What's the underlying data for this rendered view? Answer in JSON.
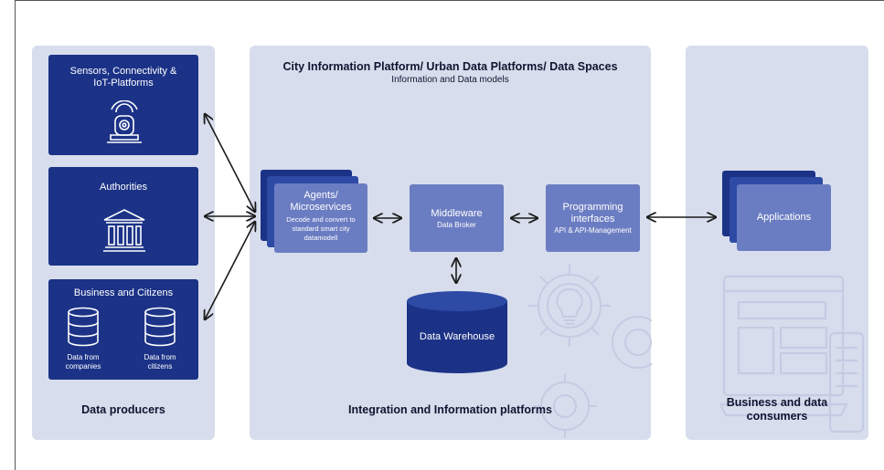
{
  "header": {
    "title": "City Information Platform/ Urban Data Platforms/ Data Spaces",
    "subtitle": "Information and Data models"
  },
  "producers": {
    "sensors_title": "Sensors, Connectivity &\nIoT-Platforms",
    "authorities_title": "Authorities",
    "business_title": "Business and Citizens",
    "companies_label": "Data from\ncompanies",
    "citizens_label": "Data from\ncitizens",
    "footer": "Data producers"
  },
  "platform": {
    "agents_title": "Agents/\nMicroservices",
    "agents_desc": "Decode and convert to\nstandard smart city\ndatamodell",
    "middleware_title": "Middleware",
    "middleware_desc": "Data Broker",
    "interfaces_title": "Programming\ninterfaces",
    "interfaces_desc": "API & API-Management",
    "warehouse_label": "Data Warehouse",
    "footer": "Integration and Information platforms"
  },
  "consumers": {
    "applications_label": "Applications",
    "footer": "Business and data\nconsumers"
  },
  "icons": {
    "sensor": "security-camera-icon",
    "authority": "government-building-icon",
    "database": "database-icon",
    "gear": "gear-icon",
    "bulb": "lightbulb-icon",
    "device": "laptop-phone-icon"
  },
  "colors": {
    "navy": "#1b3287",
    "medium": "#6b7dc2",
    "panel": "#d7ddec",
    "text": "#0f1530"
  }
}
